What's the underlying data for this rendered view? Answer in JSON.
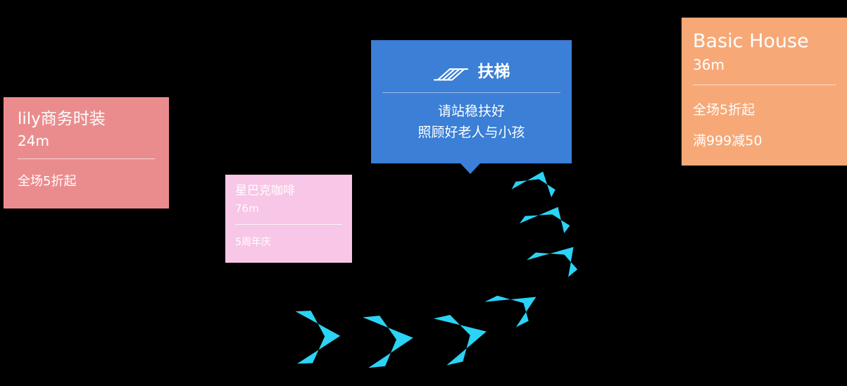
{
  "colors": {
    "background": "#000000",
    "arrow": "#2BD3F5",
    "card_lily": "#EA8C8E",
    "card_starbucks": "#F8C6E6",
    "card_basic_house": "#F7A877",
    "callout_blue": "#3B7FD6",
    "text": "#FFFFFF"
  },
  "cards": {
    "lily": {
      "name": "lily商务时装",
      "distance": "24m",
      "promos": [
        "全场5折起"
      ]
    },
    "starbucks": {
      "name": "星巴克咖啡",
      "distance": "76m",
      "promos": [
        "5周年庆"
      ]
    },
    "basic_house": {
      "name": "Basic House",
      "distance": "36m",
      "promos": [
        "全场5折起",
        "满999减50"
      ]
    }
  },
  "callout": {
    "title": "扶梯",
    "lines": [
      "请站稳扶好",
      "照顾好老人与小孩"
    ]
  }
}
